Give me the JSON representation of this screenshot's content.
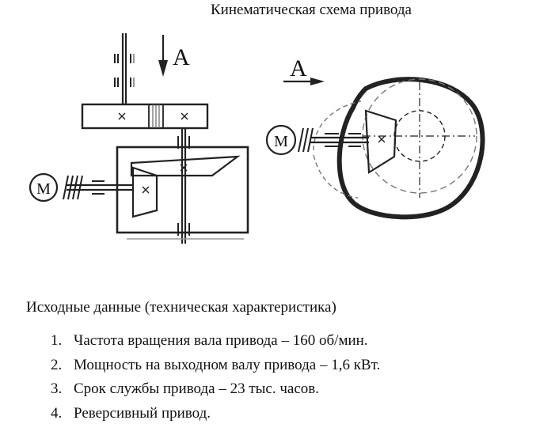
{
  "title": "Кинематическая схема привода",
  "labels": {
    "arrow_left": "A",
    "arrow_right": "A",
    "motor_left": "M",
    "motor_right": "M"
  },
  "heading": "Исходные данные (техническая характеристика)",
  "specs": [
    {
      "num": "1.",
      "text": "Частота вращения вала привода – 160 об/мин."
    },
    {
      "num": "2.",
      "text": "Мощность на выходном валу привода – 1,6 кВт."
    },
    {
      "num": "3.",
      "text": "Срок службы привода – 23 тыс. часов."
    },
    {
      "num": "4.",
      "text": "Реверсивный привод."
    }
  ]
}
